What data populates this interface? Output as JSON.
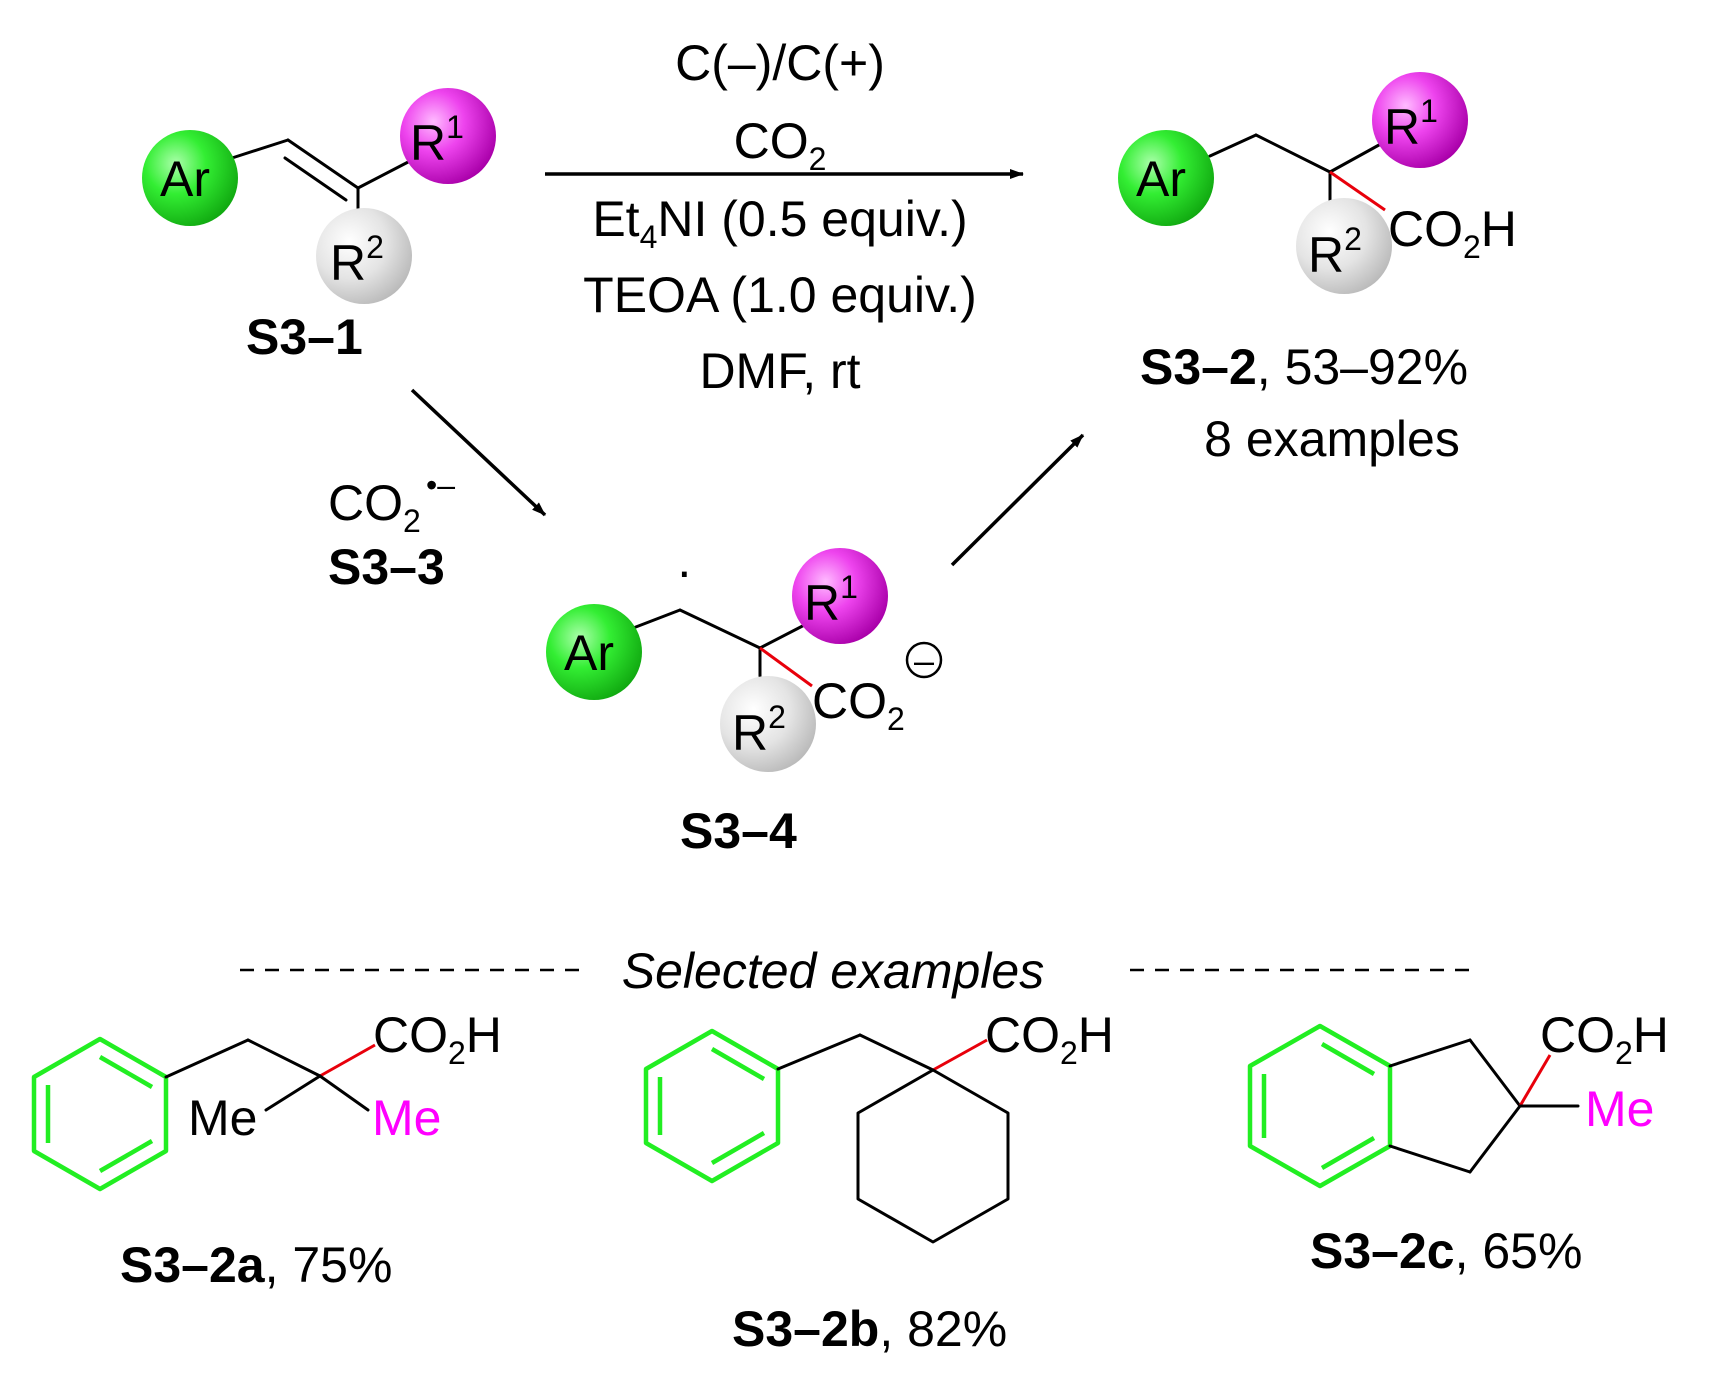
{
  "conditions": {
    "line1": "C(–)/C(+)",
    "line2_main": "CO",
    "line2_sub": "2",
    "line3_a": "Et",
    "line3_sub": "4",
    "line3_b": "NI (0.5 equiv.)",
    "line4": "TEOA (1.0 equiv.)",
    "line5": "DMF,  rt"
  },
  "groups": {
    "ar": "Ar",
    "r": "R",
    "r1_sup": "1",
    "r2_sup": "2",
    "co": "CO",
    "co_sub": "2",
    "acid_tail": "H",
    "me": "Me",
    "radical_dot": "·",
    "anion_radical": "•–",
    "charge_minus": "–"
  },
  "labels": {
    "s3_1": "S3–1",
    "s3_2_bold": "S3–2",
    "s3_2_rest": ", 53–92%",
    "s3_2_examples": "8 examples",
    "s3_3": "S3–3",
    "s3_4": "S3–4",
    "s3_2a_bold": "S3–2a",
    "s3_2a_rest": ", 75%",
    "s3_2b_bold": "S3–2b",
    "s3_2b_rest": ", 82%",
    "s3_2c_bold": "S3–2c",
    "s3_2c_rest": ", 65%"
  },
  "selected_header": "Selected examples",
  "colors": {
    "ar_ball": "#22dd22",
    "r1_ball": "#ee44ee",
    "r2_ball": "#dddddd",
    "new_bond": "#e8000b",
    "ring_bond": "#22ee22",
    "me_magenta": "#ff00ff"
  }
}
